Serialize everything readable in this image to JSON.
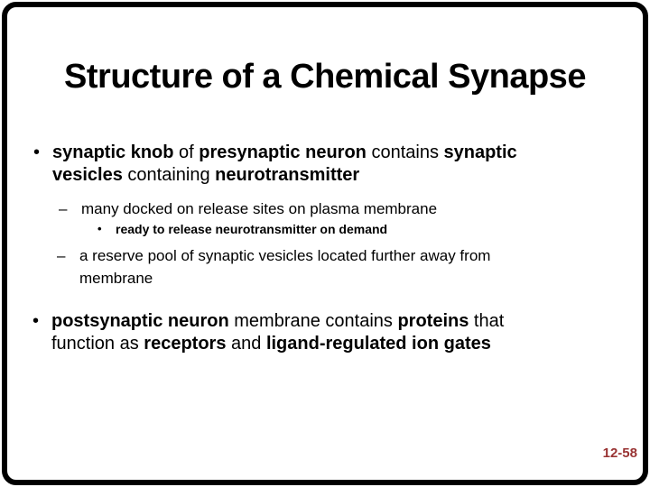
{
  "slide": {
    "title": "Structure of a Chemical Synapse",
    "page_number": "12-58",
    "colors": {
      "background": "#ffffff",
      "border": "#000000",
      "text": "#000000",
      "page_number": "#993333"
    },
    "bullets": [
      {
        "level": 1,
        "marker": "•",
        "segments": [
          {
            "t": "synaptic knob",
            "b": true
          },
          {
            "t": " of ",
            "b": false
          },
          {
            "t": "presynaptic neuron",
            "b": true
          },
          {
            "t": " contains ",
            "b": false
          },
          {
            "t": "synaptic",
            "b": true
          },
          {
            "br": true
          },
          {
            "t": "vesicles",
            "b": true
          },
          {
            "t": " containing ",
            "b": false
          },
          {
            "t": "neurotransmitter",
            "b": true
          }
        ]
      },
      {
        "level": 2,
        "marker": "–",
        "segments": [
          {
            "t": "many docked on release sites on plasma membrane",
            "b": false
          }
        ]
      },
      {
        "level": 3,
        "marker": "•",
        "segments": [
          {
            "t": "ready to release neurotransmitter on demand",
            "b": true
          }
        ]
      },
      {
        "level": 2,
        "marker": "–",
        "segments": [
          {
            "t": "a reserve pool of synaptic vesicles located further away from",
            "b": false
          },
          {
            "br": true
          },
          {
            "t": "membrane",
            "b": false
          }
        ]
      },
      {
        "level": 1,
        "marker": "•",
        "segments": [
          {
            "t": "postsynaptic neuron",
            "b": true
          },
          {
            "t": " membrane contains ",
            "b": false
          },
          {
            "t": "proteins",
            "b": true
          },
          {
            "t": " that",
            "b": false
          },
          {
            "br": true
          },
          {
            "t": "function as ",
            "b": false
          },
          {
            "t": "receptors",
            "b": true
          },
          {
            "t": " and ",
            "b": false
          },
          {
            "t": "ligand-regulated ion gates",
            "b": true
          }
        ]
      }
    ]
  }
}
